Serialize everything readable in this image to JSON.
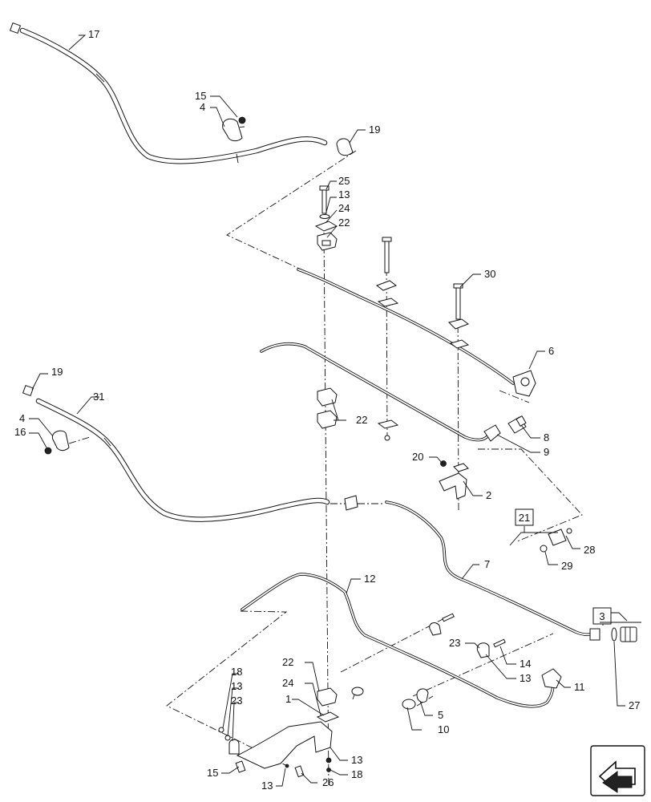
{
  "callouts": [
    {
      "id": "c17",
      "text": "17"
    },
    {
      "id": "c15a",
      "text": "15"
    },
    {
      "id": "c4a",
      "text": "4"
    },
    {
      "id": "c19a",
      "text": "19"
    },
    {
      "id": "c25",
      "text": "25"
    },
    {
      "id": "c13a",
      "text": "13"
    },
    {
      "id": "c24a",
      "text": "24"
    },
    {
      "id": "c22a",
      "text": "22"
    },
    {
      "id": "c30",
      "text": "30"
    },
    {
      "id": "c6",
      "text": "6"
    },
    {
      "id": "c19b",
      "text": "19"
    },
    {
      "id": "c31",
      "text": "31"
    },
    {
      "id": "c4b",
      "text": "4"
    },
    {
      "id": "c16",
      "text": "16"
    },
    {
      "id": "c22b",
      "text": "22"
    },
    {
      "id": "c8",
      "text": "8"
    },
    {
      "id": "c9",
      "text": "9"
    },
    {
      "id": "c20",
      "text": "20"
    },
    {
      "id": "c2",
      "text": "2"
    },
    {
      "id": "c21",
      "text": "21"
    },
    {
      "id": "c28",
      "text": "28"
    },
    {
      "id": "c29",
      "text": "29"
    },
    {
      "id": "c12",
      "text": "12"
    },
    {
      "id": "c7",
      "text": "7"
    },
    {
      "id": "c3",
      "text": "3"
    },
    {
      "id": "c22c",
      "text": "22"
    },
    {
      "id": "c23a",
      "text": "23"
    },
    {
      "id": "c14",
      "text": "14"
    },
    {
      "id": "c13b",
      "text": "13"
    },
    {
      "id": "c11",
      "text": "11"
    },
    {
      "id": "c27",
      "text": "27"
    },
    {
      "id": "c24b",
      "text": "24"
    },
    {
      "id": "c18a",
      "text": "18"
    },
    {
      "id": "c13c",
      "text": "13"
    },
    {
      "id": "c23b",
      "text": "23"
    },
    {
      "id": "c1",
      "text": "1"
    },
    {
      "id": "c5",
      "text": "5"
    },
    {
      "id": "c10",
      "text": "10"
    },
    {
      "id": "c13d",
      "text": "13"
    },
    {
      "id": "c18b",
      "text": "18"
    },
    {
      "id": "c15b",
      "text": "15"
    },
    {
      "id": "c13e",
      "text": "13"
    },
    {
      "id": "c26",
      "text": "26"
    }
  ],
  "nav_icon": "next-page-arrow-icon"
}
